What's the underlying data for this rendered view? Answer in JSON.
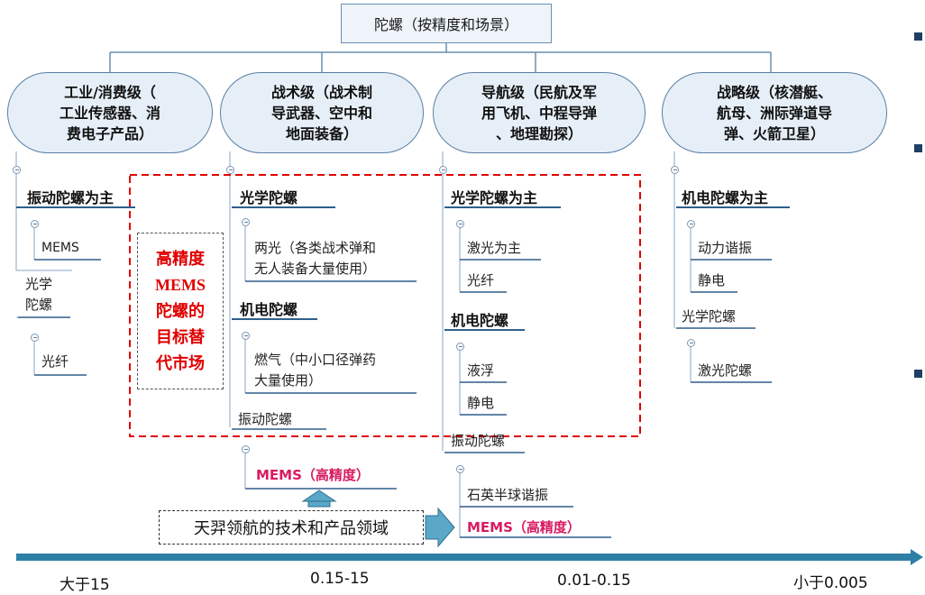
{
  "root": {
    "title": "陀螺（按精度和场景）"
  },
  "categories": [
    {
      "lines": [
        "工业/消费级（",
        "工业传感器、消",
        "费电子产品）"
      ]
    },
    {
      "lines": [
        "战术级（战术制",
        "导武器、空中和",
        "地面装备）"
      ]
    },
    {
      "lines": [
        "导航级（民航及军",
        "用飞机、中程导弹",
        "、地理勘探）"
      ]
    },
    {
      "lines": [
        "战略级（核潜艇、",
        "航母、洲际弹道导",
        "弹、火箭卫星）"
      ]
    }
  ],
  "columns": {
    "industrial": {
      "head": "振动陀螺为主",
      "mems": "MEMS",
      "optical_lines": [
        "光学",
        "陀螺"
      ],
      "fiber": "光纤"
    },
    "tactical": {
      "optical_head": "光学陀螺",
      "optical_leaf_lines": [
        "两光（各类战术弹和",
        "无人装备大量使用）"
      ],
      "electro_head": "机电陀螺",
      "electro_leaf_lines": [
        "燃气（中小口径弹药",
        "大量使用）"
      ],
      "vibration": "振动陀螺",
      "mems_high": "MEMS（高精度）"
    },
    "navigation": {
      "optical_head": "光学陀螺为主",
      "laser": "激光为主",
      "fiber": "光纤",
      "electro_head": "机电陀螺",
      "liquid": "液浮",
      "electrostatic": "静电",
      "vibration": "振动陀螺",
      "hrg": "石英半球谐振",
      "mems_high": "MEMS（高精度）"
    },
    "strategic": {
      "electro_head": "机电陀螺为主",
      "dynamic": "动力谐振",
      "electrostatic": "静电",
      "optical": "光学陀螺",
      "laser": "激光陀螺"
    }
  },
  "red_note_lines": [
    "高精度",
    "MEMS",
    "陀螺的",
    "目标替",
    "代市场"
  ],
  "tianyi_label": "天羿领航的技术和产品领域",
  "axis": {
    "ticks": [
      "大于15",
      "0.15-15",
      "0.01-0.15",
      "小于0.005"
    ]
  },
  "colors": {
    "node_fill": "#e6eff8",
    "node_border": "#5b7fa3",
    "underline": "#2f5f8a",
    "dashed_red": "#e00000",
    "mems_red": "#d81b60",
    "arrow_fill": "#5aa7c7",
    "axis_color": "#2e7fa6",
    "bullet": "#1f3f66"
  }
}
